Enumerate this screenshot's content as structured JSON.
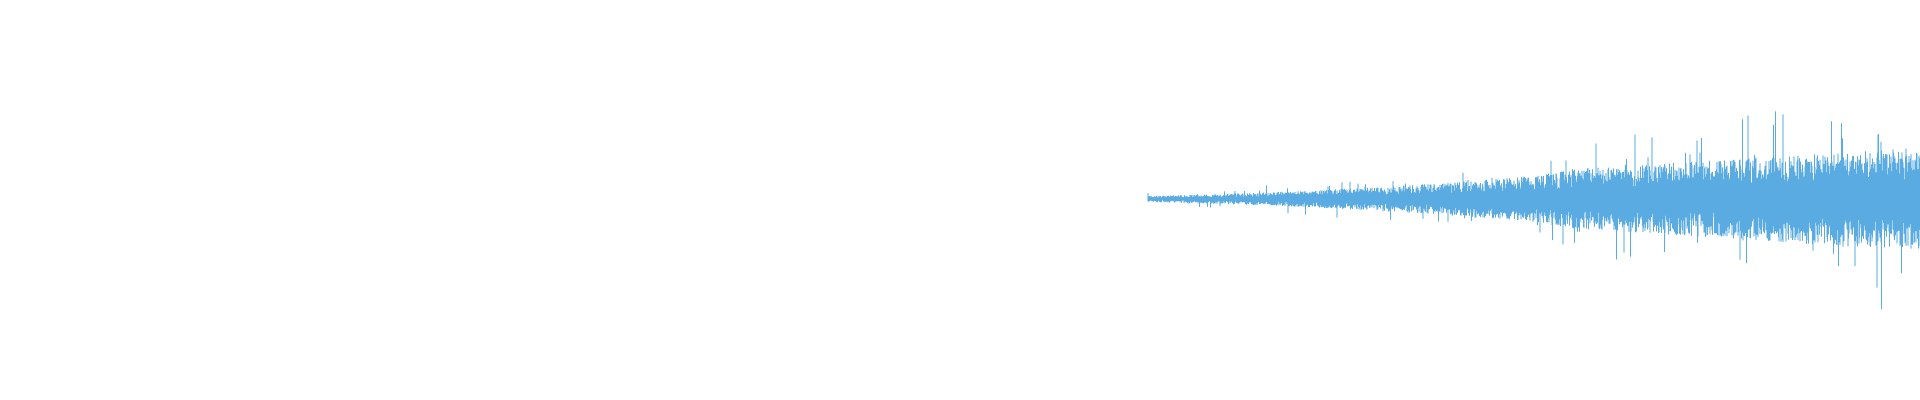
{
  "waveform": {
    "color": "#5aabe2",
    "background": "#ffffff",
    "signal_start_fraction": 0.598,
    "peak_amplitude_fraction": 0.27,
    "envelope": [
      {
        "t": 0.0,
        "amp": 0.015
      },
      {
        "t": 0.1,
        "amp": 0.025
      },
      {
        "t": 0.2,
        "amp": 0.04
      },
      {
        "t": 0.3,
        "amp": 0.06
      },
      {
        "t": 0.4,
        "amp": 0.085
      },
      {
        "t": 0.5,
        "amp": 0.115
      },
      {
        "t": 0.55,
        "amp": 0.15
      },
      {
        "t": 0.6,
        "amp": 0.16
      },
      {
        "t": 0.7,
        "amp": 0.185
      },
      {
        "t": 0.8,
        "amp": 0.21
      },
      {
        "t": 0.9,
        "amp": 0.24
      },
      {
        "t": 1.0,
        "amp": 0.255
      }
    ]
  }
}
